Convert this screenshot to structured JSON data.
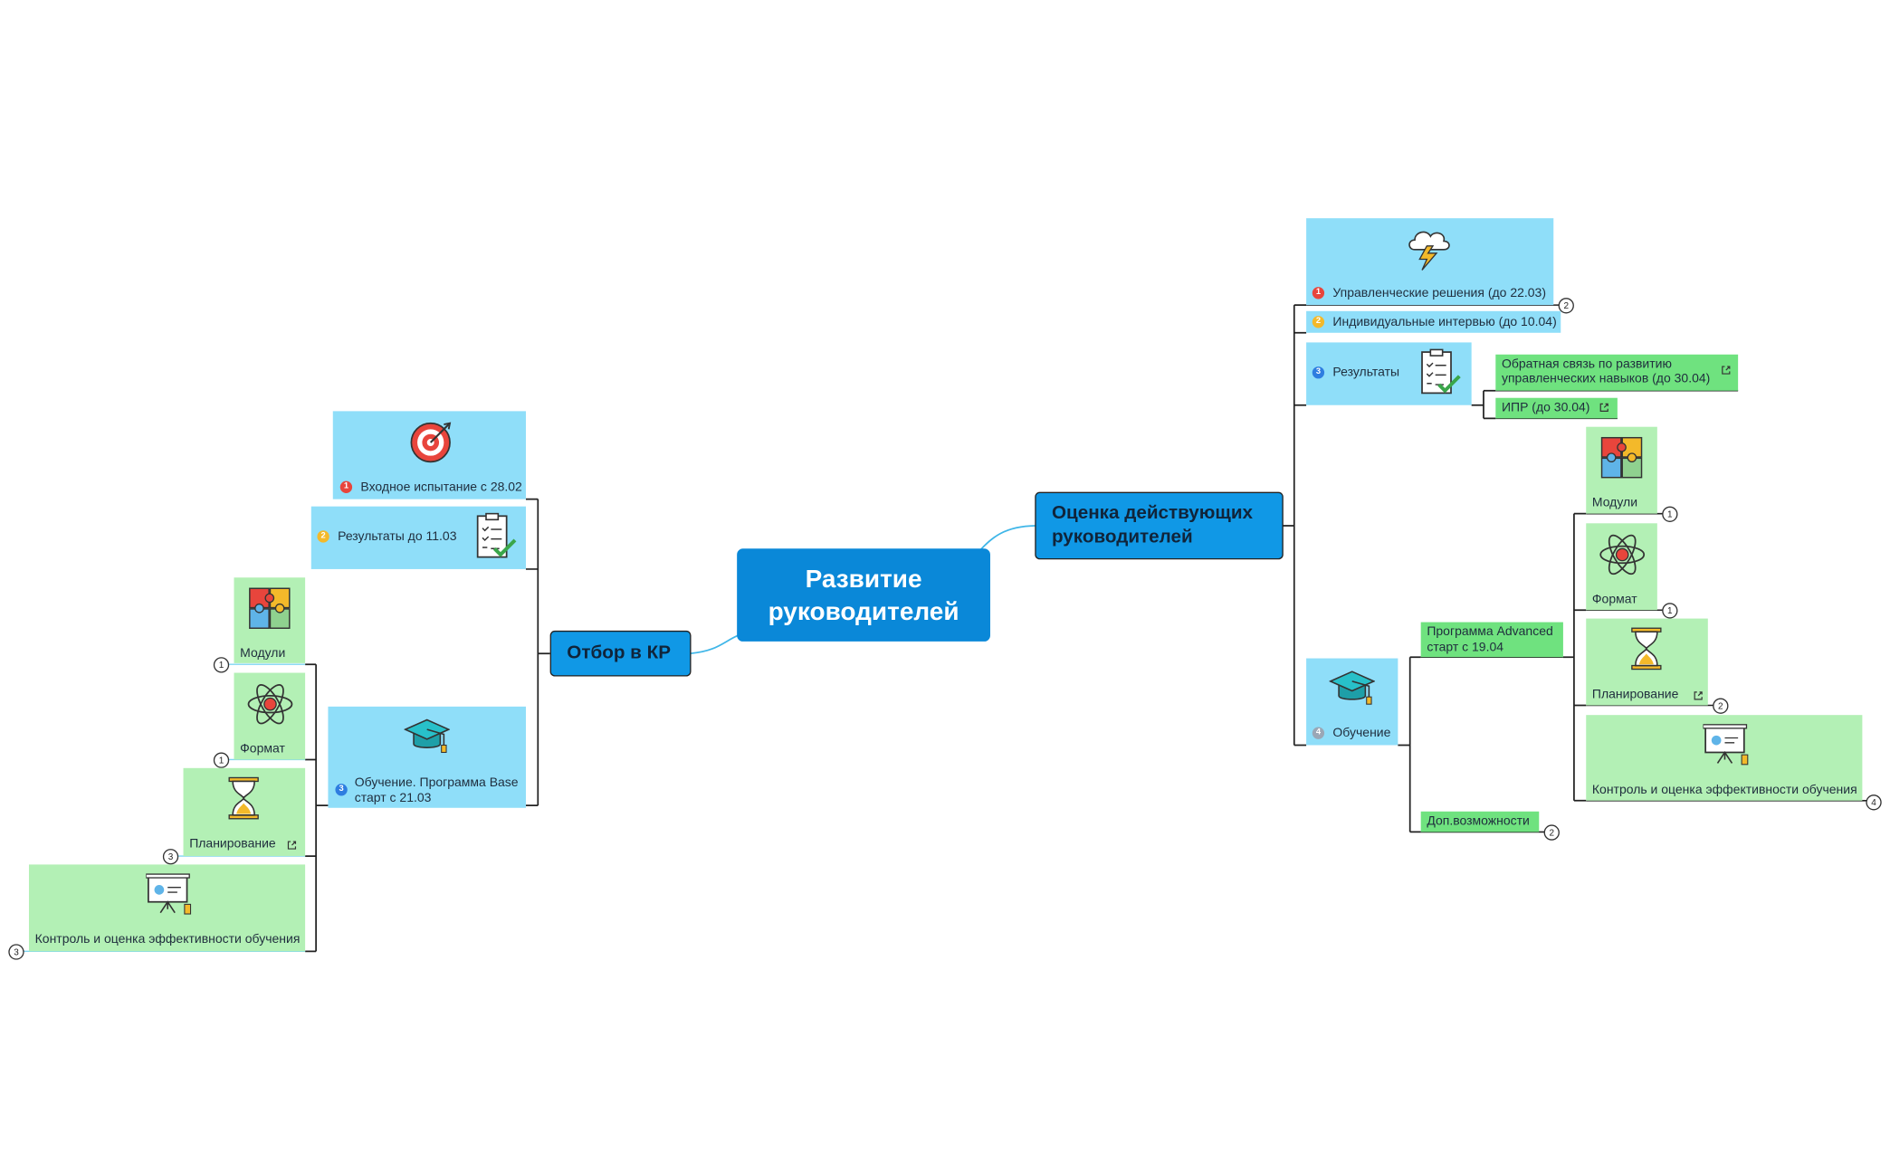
{
  "central": "Развитие руководителей",
  "left_branch": {
    "title": "Отбор в КР",
    "entry_test": "Входное испытание с 28.02",
    "results": "Результаты  до 11.03",
    "training_line1": "Обучение. Программа Base",
    "training_line2": "старт с 21.03",
    "modules": "Модули",
    "format": "Формат",
    "planning": "Планирование",
    "control": "Контроль и оценка эффективности обучения",
    "counts": {
      "modules": "1",
      "format": "1",
      "planning": "3",
      "control": "3"
    },
    "priorities": {
      "entry": "1",
      "results": "2",
      "training": "3"
    }
  },
  "right_branch": {
    "title_line1": "Оценка действующих",
    "title_line2": "руководителей",
    "decisions": "Управленческие решения (до 22.03)",
    "interviews": "Индивидуальные интервью (до 10.04)",
    "results": "Результаты",
    "feedback_line1": "Обратная связь по развитию",
    "feedback_line2": "управленческих навыков (до 30.04)",
    "ipr": "ИПР (до 30.04)",
    "training": "Обучение",
    "advanced_line1": "Программа Advanced",
    "advanced_line2": "старт с 19.04",
    "extra": "Доп.возможности",
    "modules": "Модули",
    "format": "Формат",
    "planning": "Планирование",
    "control": "Контроль и оценка эффективности обучения",
    "counts": {
      "decisions": "2",
      "modules": "1",
      "format": "1",
      "planning": "2",
      "control": "4",
      "extra": "2"
    },
    "priorities": {
      "decisions": "1",
      "interviews": "2",
      "results": "3",
      "training": "4"
    }
  },
  "colors": {
    "central": "#0a88d8",
    "main": "#1098e6",
    "subtopic": "#8fdef9",
    "leaf": "#b3f0b5",
    "leaf_strong": "#6fe27f"
  }
}
